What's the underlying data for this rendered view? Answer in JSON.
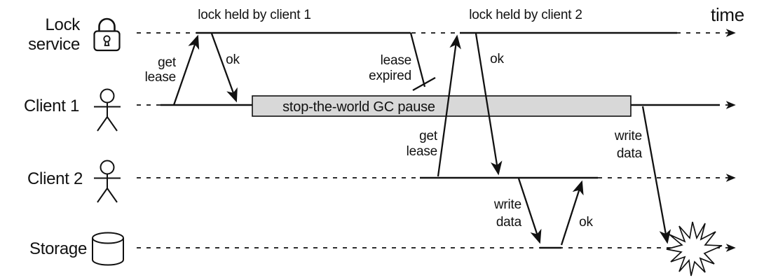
{
  "diagram": {
    "time_label": "time",
    "lanes": [
      {
        "name": "Lock service",
        "label_lines": [
          "Lock",
          "service"
        ],
        "icon": "padlock-icon"
      },
      {
        "name": "Client 1",
        "label_lines": [
          "Client 1"
        ],
        "icon": "person-icon"
      },
      {
        "name": "Client 2",
        "label_lines": [
          "Client 2"
        ],
        "icon": "person-icon"
      },
      {
        "name": "Storage",
        "label_lines": [
          "Storage"
        ],
        "icon": "database-cylinder-icon"
      }
    ],
    "annotations": {
      "lock_held_1": "lock held by client 1",
      "lock_held_2": "lock held by client 2",
      "gc_pause": "stop-the-world GC pause",
      "lease_expired": [
        "lease",
        "expired"
      ]
    },
    "messages": [
      {
        "id": "get-lease-1",
        "label_lines": [
          "get",
          "lease"
        ],
        "from": "Client 1",
        "to": "Lock service"
      },
      {
        "id": "ok-1",
        "label_lines": [
          "ok"
        ],
        "from": "Lock service",
        "to": "Client 1"
      },
      {
        "id": "get-lease-2",
        "label_lines": [
          "get",
          "lease"
        ],
        "from": "Client 2",
        "to": "Lock service"
      },
      {
        "id": "ok-2",
        "label_lines": [
          "ok"
        ],
        "from": "Lock service",
        "to": "Client 2"
      },
      {
        "id": "write-data-1",
        "label_lines": [
          "write",
          "data"
        ],
        "from": "Client 2",
        "to": "Storage"
      },
      {
        "id": "ok-3",
        "label_lines": [
          "ok"
        ],
        "from": "Storage",
        "to": "Client 2"
      },
      {
        "id": "write-data-2",
        "label_lines": [
          "write",
          "data"
        ],
        "from": "Client 1",
        "to": "Storage"
      }
    ],
    "colors": {
      "line": "#111111",
      "text": "#111111",
      "gc_box_fill": "#d8d8d8",
      "background": "#ffffff"
    }
  }
}
